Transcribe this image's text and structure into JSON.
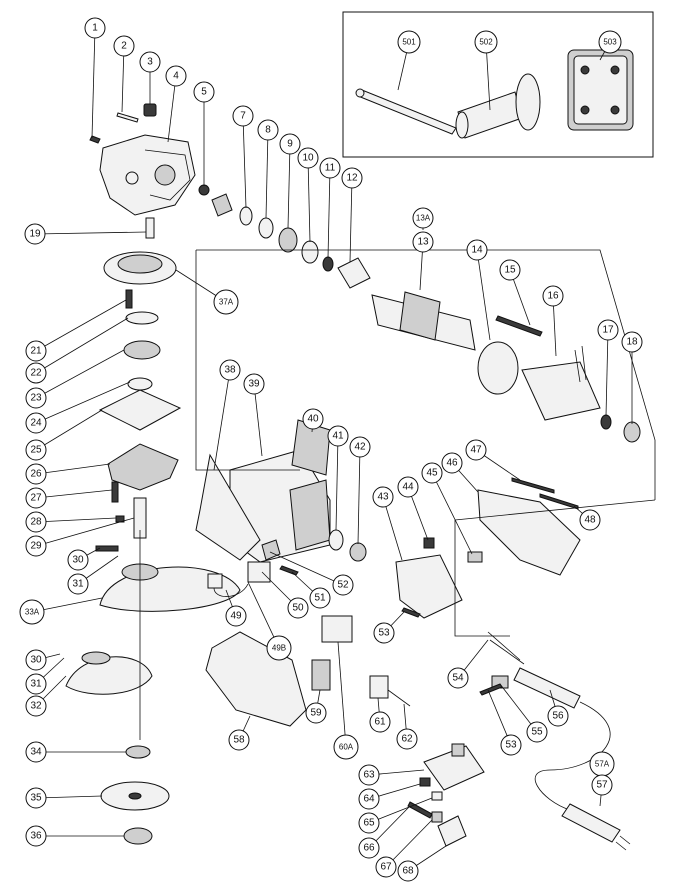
{
  "callouts": [
    {
      "id": "1"
    },
    {
      "id": "2"
    },
    {
      "id": "3"
    },
    {
      "id": "4"
    },
    {
      "id": "5"
    },
    {
      "id": "7"
    },
    {
      "id": "8"
    },
    {
      "id": "9"
    },
    {
      "id": "10"
    },
    {
      "id": "11"
    },
    {
      "id": "12"
    },
    {
      "id": "13A"
    },
    {
      "id": "13"
    },
    {
      "id": "14"
    },
    {
      "id": "15"
    },
    {
      "id": "16"
    },
    {
      "id": "17"
    },
    {
      "id": "18"
    },
    {
      "id": "19"
    },
    {
      "id": "21"
    },
    {
      "id": "22"
    },
    {
      "id": "23"
    },
    {
      "id": "24"
    },
    {
      "id": "25"
    },
    {
      "id": "26"
    },
    {
      "id": "27"
    },
    {
      "id": "28"
    },
    {
      "id": "29"
    },
    {
      "id": "30"
    },
    {
      "id": "31"
    },
    {
      "id": "33A"
    },
    {
      "id": "30"
    },
    {
      "id": "31"
    },
    {
      "id": "32"
    },
    {
      "id": "34"
    },
    {
      "id": "35"
    },
    {
      "id": "36"
    },
    {
      "id": "37A"
    },
    {
      "id": "38"
    },
    {
      "id": "39"
    },
    {
      "id": "40"
    },
    {
      "id": "41"
    },
    {
      "id": "42"
    },
    {
      "id": "43"
    },
    {
      "id": "44"
    },
    {
      "id": "45"
    },
    {
      "id": "46"
    },
    {
      "id": "47"
    },
    {
      "id": "48"
    },
    {
      "id": "49"
    },
    {
      "id": "49B"
    },
    {
      "id": "50"
    },
    {
      "id": "51"
    },
    {
      "id": "52"
    },
    {
      "id": "53"
    },
    {
      "id": "53"
    },
    {
      "id": "54"
    },
    {
      "id": "55"
    },
    {
      "id": "56"
    },
    {
      "id": "57A"
    },
    {
      "id": "57"
    },
    {
      "id": "58"
    },
    {
      "id": "59"
    },
    {
      "id": "60A"
    },
    {
      "id": "61"
    },
    {
      "id": "62"
    },
    {
      "id": "63"
    },
    {
      "id": "64"
    },
    {
      "id": "65"
    },
    {
      "id": "66"
    },
    {
      "id": "67"
    },
    {
      "id": "68"
    },
    {
      "id": "501"
    },
    {
      "id": "502"
    },
    {
      "id": "503"
    }
  ]
}
